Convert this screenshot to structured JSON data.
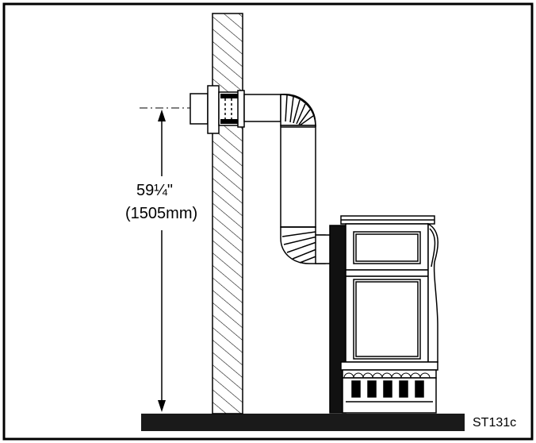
{
  "dimension": {
    "imperial": "59¼\"",
    "metric": "(1505mm)"
  },
  "figure_code": "ST131c",
  "colors": {
    "line": "#000000",
    "background": "#ffffff",
    "floor": "#1a1a1a"
  }
}
